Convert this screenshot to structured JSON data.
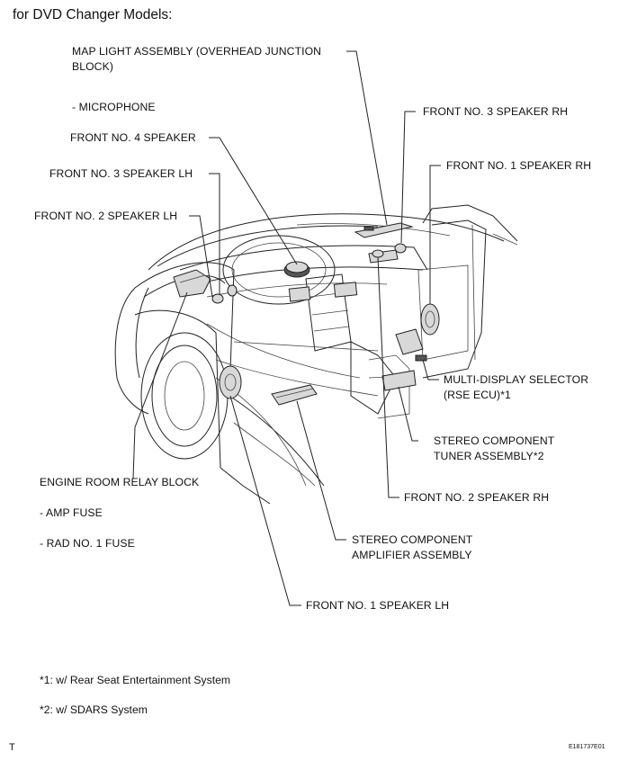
{
  "heading": "for DVD Changer Models:",
  "labels": {
    "map_light_1": "MAP LIGHT ASSEMBLY (OVERHEAD JUNCTION",
    "map_light_2": "BLOCK)",
    "microphone": "- MICROPHONE",
    "front3_rh": "FRONT NO. 3 SPEAKER RH",
    "front4": "FRONT NO. 4 SPEAKER",
    "front1_rh": "FRONT NO. 1 SPEAKER RH",
    "front3_lh": "FRONT NO. 3 SPEAKER LH",
    "front2_lh": "FRONT NO. 2 SPEAKER LH",
    "multi_display_1": "MULTI-DISPLAY SELECTOR",
    "multi_display_2": "(RSE ECU)*1",
    "stereo_tuner_1": "STEREO COMPONENT",
    "stereo_tuner_2": "TUNER ASSEMBLY*2",
    "engine_room": "ENGINE ROOM RELAY BLOCK",
    "amp_fuse": "- AMP FUSE",
    "rad_fuse": "- RAD NO. 1 FUSE",
    "front2_rh": "FRONT NO. 2 SPEAKER RH",
    "stereo_amp_1": "STEREO COMPONENT",
    "stereo_amp_2": "AMPLIFIER ASSEMBLY",
    "front1_lh": "FRONT NO. 1 SPEAKER LH"
  },
  "notes": {
    "note1": "*1: w/ Rear Seat Entertainment System",
    "note2": "*2: w/ SDARS System"
  },
  "corner_left": "T",
  "corner_right": "E181737E01"
}
